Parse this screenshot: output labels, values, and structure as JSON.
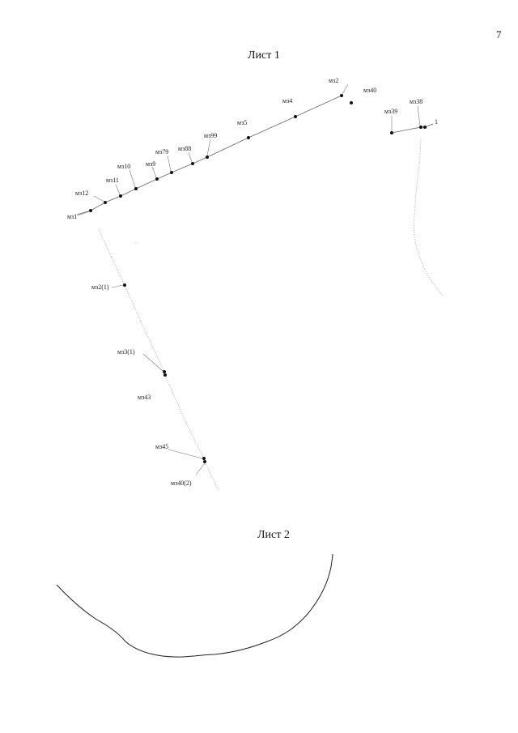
{
  "page_number": "7",
  "sheet1_title": "Лист 1",
  "sheet2_title": "Лист 2",
  "labels": {
    "mz1": "мз1",
    "mz12": "мз12",
    "mz11": "мз11",
    "mz10": "мз10",
    "mz9": "мз9",
    "mz79": "мз79",
    "mz88": "мз88",
    "mz99": "мз99",
    "mz5": "мз5",
    "mz4": "мз4",
    "mz2": "мз2",
    "mz40": "мз40",
    "mz39": "мз39",
    "mz38": "мз38",
    "pt1": "1",
    "mz2_1": "мз2(1)",
    "mz3_1": "мз3(1)",
    "mz43": "мз43",
    "mz45": "мз45",
    "mz40_2": "мз40(2)"
  }
}
